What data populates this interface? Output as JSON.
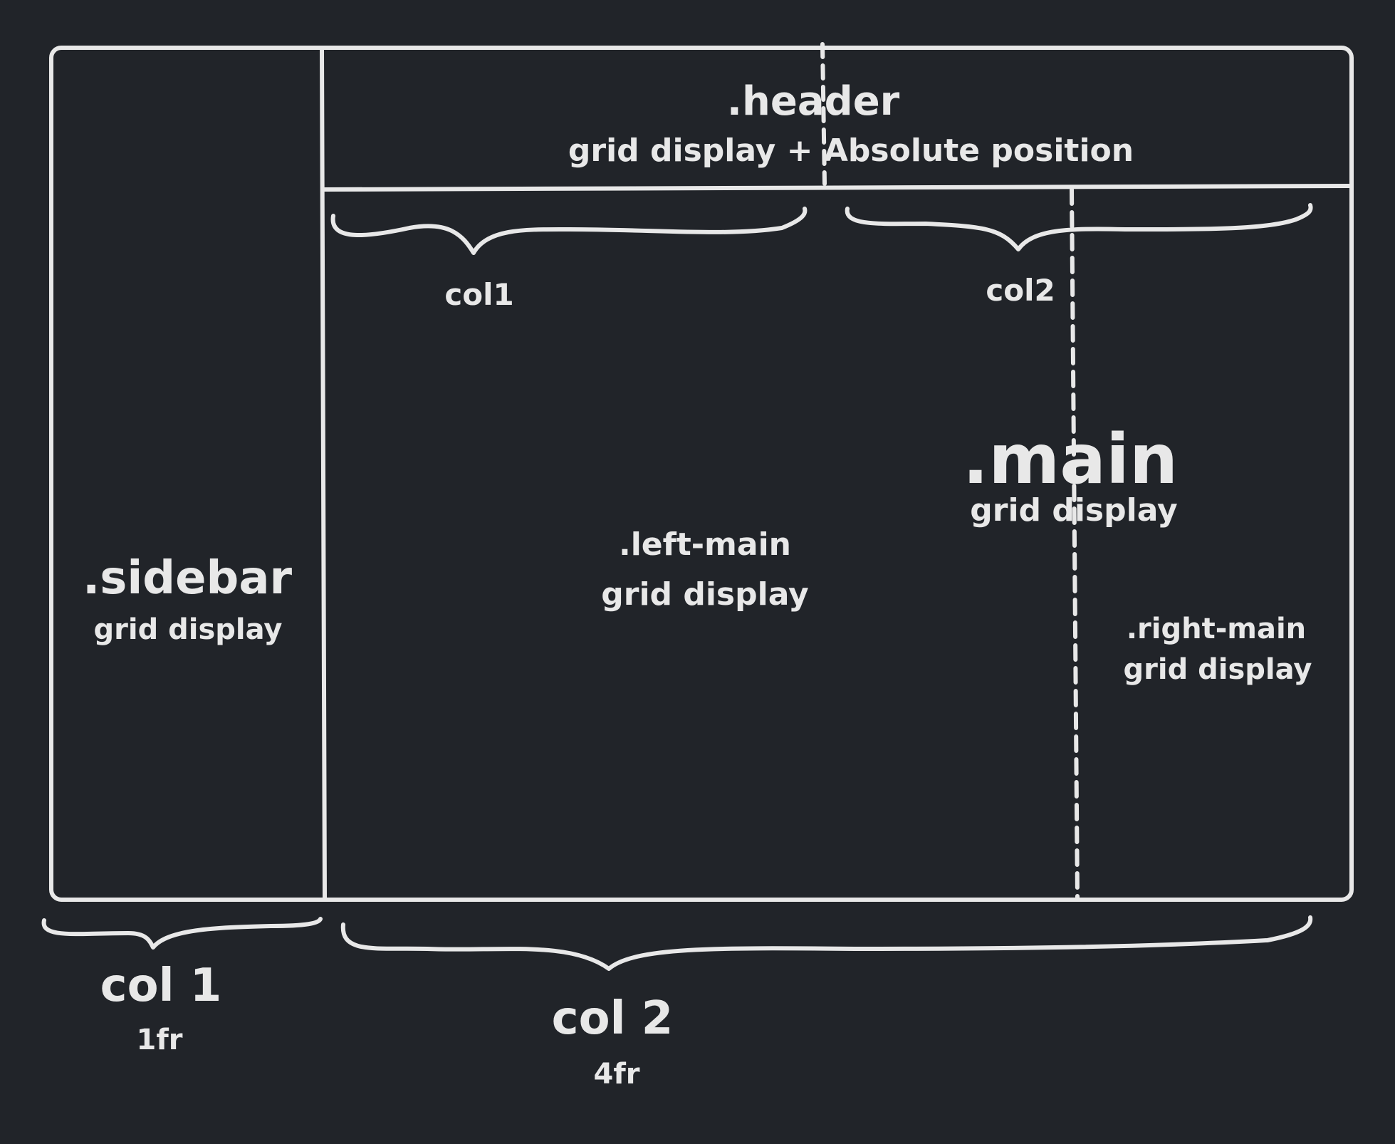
{
  "diagram": {
    "header": {
      "name": ".header",
      "description": "grid display + Absolute position"
    },
    "main": {
      "name": ".main",
      "description": "grid display",
      "columns": [
        {
          "label": "col1"
        },
        {
          "label": "col2"
        }
      ]
    },
    "left_main": {
      "name": ".left-main",
      "description": "grid display"
    },
    "right_main": {
      "name": ".right-main",
      "description": "grid display"
    },
    "sidebar": {
      "name": ".sidebar",
      "description": "grid display"
    },
    "outer_columns": [
      {
        "label": "col 1",
        "size": "1fr"
      },
      {
        "label": "col 2",
        "size": "4fr"
      }
    ],
    "colors": {
      "background": "#212429",
      "stroke": "#e8e8e8"
    }
  }
}
